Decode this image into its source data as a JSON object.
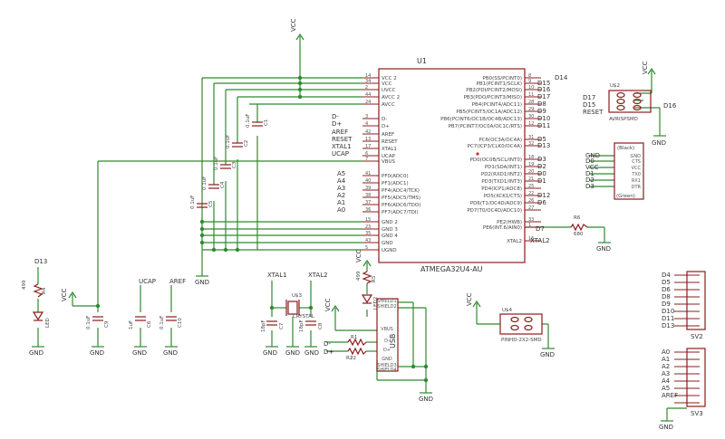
{
  "chip": {
    "ref": "U1",
    "value": "ATMEGA32U4-AU",
    "left_pins": [
      {
        "name": "VCC 2",
        "num": "14"
      },
      {
        "name": "VCC",
        "num": "34"
      },
      {
        "name": "UVCC",
        "num": "2"
      },
      {
        "name": "AVCC 2",
        "num": "44"
      },
      {
        "name": "AVCC",
        "num": "24"
      },
      {
        "name": "D-",
        "num": "3"
      },
      {
        "name": "D+",
        "num": "4"
      },
      {
        "name": "AREF",
        "num": "42"
      },
      {
        "name": "RESET",
        "num": "13"
      },
      {
        "name": "XTAL1",
        "num": "17"
      },
      {
        "name": "UCAP",
        "num": "6"
      },
      {
        "name": "VBUS",
        "num": "7"
      },
      {
        "name": "PF0(ADC0)",
        "num": "41"
      },
      {
        "name": "PF1(ADC1)",
        "num": "40"
      },
      {
        "name": "PF4(ADC4/TCK)",
        "num": "39"
      },
      {
        "name": "PF5(ADC5/TMS)",
        "num": "38"
      },
      {
        "name": "PF6(ADC6/TDO)",
        "num": "37"
      },
      {
        "name": "PF7(ADC7/TDI)",
        "num": "36"
      },
      {
        "name": "GND 2",
        "num": "15"
      },
      {
        "name": "GND 3",
        "num": "23"
      },
      {
        "name": "GND 4",
        "num": "35"
      },
      {
        "name": "GND",
        "num": "43"
      },
      {
        "name": "UGND",
        "num": "5"
      }
    ],
    "right_pins": [
      {
        "name": "PB0(SS/PCINT0)",
        "num": "8"
      },
      {
        "name": "PB1(PCINT1/SCLK)",
        "num": "9"
      },
      {
        "name": "PB2(PDI/PCINT2/MOSI)",
        "num": "10"
      },
      {
        "name": "PB3(PDO/PCINT3/MISO)",
        "num": "11"
      },
      {
        "name": "PB4(PCINT4/ADC11)",
        "num": "28"
      },
      {
        "name": "PB5(PCINT5/OC1A/ADC12)",
        "num": "29"
      },
      {
        "name": "PB6(PCINT6/OC1B/OC4B/ADC13)",
        "num": "30"
      },
      {
        "name": "PB7(PCINT7/OC0A/OC1C/RTS)",
        "num": "12"
      },
      {
        "name": "PC6(OC3A/OC4A)",
        "num": "31"
      },
      {
        "name": "PC7(ICP3/CLK0/OC4A)",
        "num": "32"
      },
      {
        "name": "PD0(OC0B/SCL/INT0)",
        "num": "18"
      },
      {
        "name": "PD1(SDA/INT1)",
        "num": "19"
      },
      {
        "name": "PD2(RXD1/INT2)",
        "num": "20"
      },
      {
        "name": "PD3(TXD1/INT3)",
        "num": "21"
      },
      {
        "name": "PD4(ICP1/ADC8)",
        "num": "25"
      },
      {
        "name": "PD5(XCK1/CTS)",
        "num": "22"
      },
      {
        "name": "PD6(T1/OC4D/ADC9)",
        "num": "26"
      },
      {
        "name": "PD7(T0/OC4D/ADC10)",
        "num": "27"
      },
      {
        "name": "PE2(HWB)",
        "num": "33"
      },
      {
        "name": "PE6(INT.6/AIN0)",
        "num": "1"
      },
      {
        "name": "XTAL2",
        "num": "16"
      }
    ],
    "right_nets": [
      "D14",
      "D15",
      "D16",
      "D17",
      "D8",
      "D9",
      "D10",
      "D11",
      "D5",
      "D13",
      "D3",
      "D2",
      "D0",
      "D1",
      "D4",
      "D12",
      "D6",
      "D7",
      "XTAL2"
    ]
  },
  "left_nets": {
    "dplus_minus": [
      "D-",
      "D+"
    ],
    "ctrl": [
      "AREF",
      "RESET",
      "XTAL1",
      "UCAP"
    ],
    "adc": [
      "A5",
      "A4",
      "A3",
      "A2",
      "A1",
      "A0"
    ]
  },
  "top_caps": [
    {
      "ref": "C1",
      "value": "0.1uF"
    },
    {
      "ref": "C2",
      "value": "0.1uF"
    },
    {
      "ref": "C3",
      "value": "0.1uF"
    },
    {
      "ref": "C4",
      "value": "0.1uF"
    },
    {
      "ref": "C5",
      "value": "0.1uF"
    }
  ],
  "vcc_label": "VCC",
  "gnd_label": "GND",
  "isp": {
    "ref": "U$2",
    "value": "AVRISPSMD",
    "nets": [
      "D17",
      "D15",
      "RESET"
    ],
    "right_net": "D16"
  },
  "ftdi": {
    "color_top": "(Black)",
    "color_bottom": "(Green)",
    "nets": [
      "GND",
      "D0",
      "VCC",
      "D1",
      "D2",
      "D3"
    ],
    "pins": [
      "GND",
      "CTS",
      "VCC",
      "TX0",
      "RX1",
      "DTR"
    ]
  },
  "r6": {
    "ref": "R6",
    "value": "680",
    "net": "D7"
  },
  "d13": {
    "net": "D13",
    "r": "R4",
    "rval": "499",
    "led": "LED"
  },
  "bottom_caps": [
    {
      "ref": "C9",
      "value": "0.1uF",
      "net": ""
    },
    {
      "ref": "C6",
      "value": "1uF",
      "net": "UCAP"
    },
    {
      "ref": "C10",
      "value": "0.1uF",
      "net": "AREF"
    }
  ],
  "crystal": {
    "ref": "U$3",
    "value": "CRYSTAL",
    "net1": "XTAL1",
    "net2": "XTAL2",
    "c_left": {
      "ref": "C7",
      "value": "18pF"
    },
    "c_right": {
      "ref": "C8",
      "value": "18pF"
    }
  },
  "power_led": {
    "r": "R5",
    "rval": "499",
    "led": "LED2"
  },
  "usb": {
    "label": "USB",
    "pins": [
      "SHIELD1",
      "SHIELD2",
      "VBUS",
      "D-",
      "D+",
      "GND",
      "SHIELD3",
      "SHIELD4"
    ],
    "r1": "R1",
    "r2": "R2",
    "rval": "22",
    "nets": [
      "D-",
      "D+"
    ]
  },
  "u4": {
    "ref": "U$4",
    "value": "PINHD-2X2-SMD"
  },
  "sv2": {
    "ref": "SV2",
    "nets": [
      "D4",
      "D5",
      "D6",
      "D8",
      "D9",
      "D10",
      "D11",
      "D13"
    ]
  },
  "sv3": {
    "ref": "SV3",
    "nets": [
      "A0",
      "A1",
      "A2",
      "A3",
      "A4",
      "A5",
      "AREF",
      ""
    ]
  }
}
